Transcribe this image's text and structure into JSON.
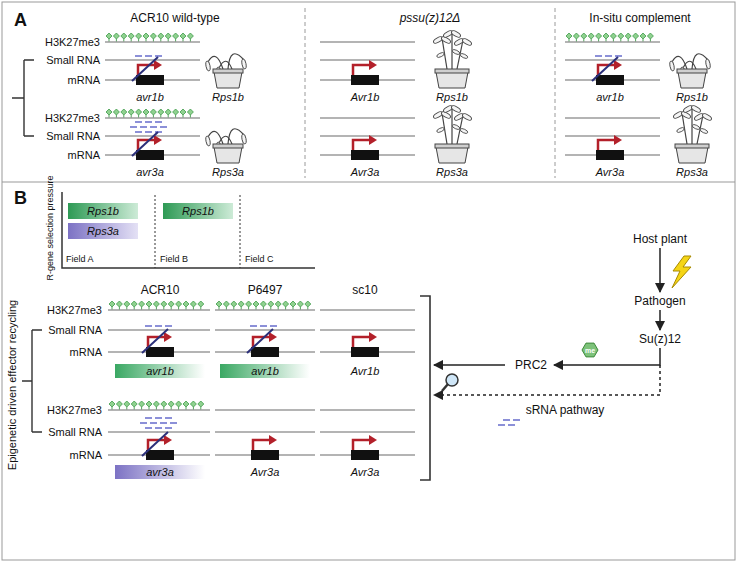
{
  "diagram": {
    "nodes": [
      {
        "text": [
          "Rps1b"
        ]
      },
      {
        "text": [
          "Rps3a"
        ]
      },
      {
        "text": [
          "Rps1b"
        ]
      },
      {
        "text": [
          "Host plant"
        ]
      },
      {
        "text": [
          "Pathogen"
        ]
      },
      {
        "text": [
          "Su(z)12"
        ]
      },
      {
        "text": [
          "PRC2"
        ]
      },
      {
        "text": [
          "avr1b"
        ]
      },
      {
        "text": [
          "avr1b"
        ]
      },
      {
        "text": [
          "avr3a"
        ]
      }
    ],
    "edges": [
      {
        "from": 3,
        "to": 4,
        "arrow": "to"
      },
      {
        "from": 4,
        "to": 5,
        "arrow": "to"
      },
      {
        "from": 5,
        "to": 6,
        "arrow": "to"
      }
    ],
    "labels": [
      "A",
      "ACR10 wild-type",
      "pssu(z)12Δ",
      "In-situ complement",
      "H3K27me3",
      "Small RNA",
      "mRNA",
      "avr1b",
      "Rps1b",
      "Avr1b",
      "Rps1b",
      "avr1b",
      "Rps1b",
      "H3K27me3",
      "Small RNA",
      "mRNA",
      "avr3a",
      "Rps3a",
      "Avr3a",
      "Rps3a",
      "Avr3a",
      "Rps3a",
      "B",
      "R-gene selection pressure",
      "Field A",
      "Field B",
      "Field C",
      "ACR10",
      "P6497",
      "sc10",
      "Epigenetic driven effector recycling",
      "H3K27me3",
      "Small RNA",
      "mRNA",
      "Avr1b",
      "H3K27me3",
      "Small RNA",
      "mRNA",
      "Avr3a",
      "Avr3a",
      "me",
      "sRNA pathway"
    ]
  }
}
